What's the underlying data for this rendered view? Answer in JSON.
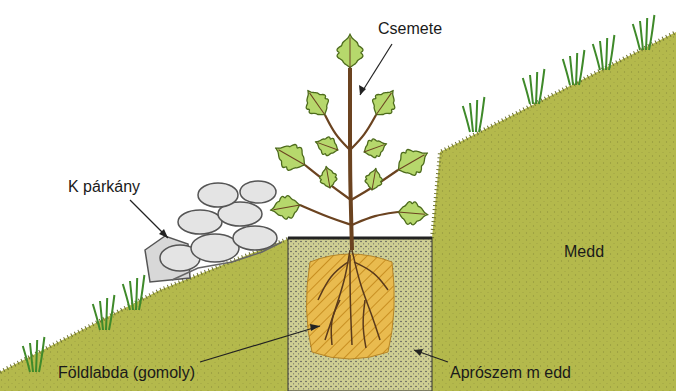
{
  "diagram": {
    "labels": [
      "Csemete",
      "K párkány",
      "Medd",
      "Földlabda (gomoly)",
      "Aprószem m edd"
    ]
  }
}
